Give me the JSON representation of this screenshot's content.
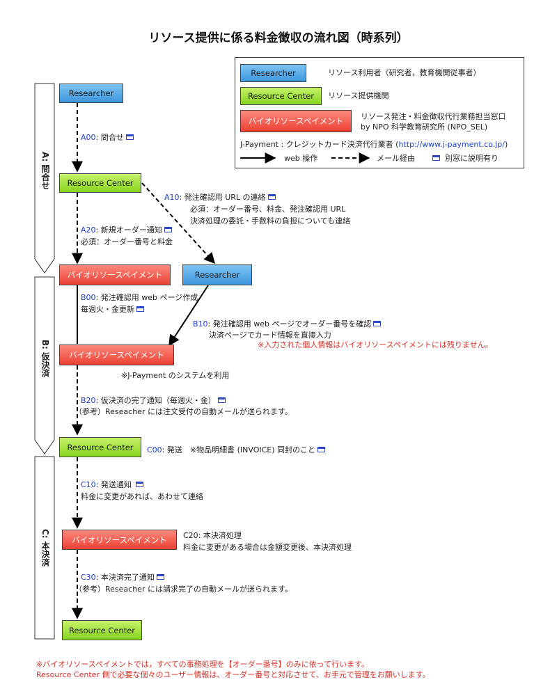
{
  "title": "リソース提供に係る料金徴収の流れ図（時系列）",
  "legend": {
    "researcher_box": "Researcher",
    "researcher_desc": "リソース利用者（研究者，教育機関従事者）",
    "rc_box": "Resource Center",
    "rc_desc": "リソース提供機関",
    "bp_box": "バイオリソースペイメント",
    "bp_desc_line1": "リソース発注・料金徴収代行業務担当窓口",
    "bp_desc_line2": "by NPO 科学教育研究所 (NPO_SEL)",
    "jpay_prefix": "J-Payment : クレジットカード決済代行業者 (",
    "jpay_url": "http://www.j-payment.co.jp/",
    "jpay_suffix": ")",
    "web_label": "web 操作",
    "mail_label": "メール経由",
    "separate_label": "別窓に説明有り"
  },
  "phases": {
    "a": "A: 問合せ",
    "b": "B: 仮決済",
    "c": "C: 本決済"
  },
  "nodes": {
    "n1": "Researcher",
    "n2": "Resource Center",
    "n3": "バイオリソースペイメント",
    "n4": "Researcher",
    "n5": "バイオリソースペイメント",
    "n6": "Resource Center",
    "n7": "バイオリソースペイメント",
    "n8": "Resource Center"
  },
  "steps": {
    "a00_code": "A00",
    "a00_text": ": 問合せ",
    "a10_code": "A10",
    "a10_text": ": 発注確認用 URL の連絡",
    "a10_line2": "必須：オーダー番号、料金、発注確認用 URL",
    "a10_line3": "決済処理の委託・手数料の負担についても連絡",
    "a20_code": "A20",
    "a20_text": ": 新規オーダー通知",
    "a20_line2": "必須：オーダー番号と料金",
    "b00_code": "B00",
    "b00_text": ": 発注確認用 web ページ作成",
    "b00_line2": "毎週火・金更新",
    "b10_code": "B10",
    "b10_text": ": 発注確認用 web ページでオーダー番号を確認",
    "b10_line2": "決済ページでカード情報を直接入力",
    "b10_note": "※入力された個人情報はバイオリソースペイメントには残りません。",
    "jpay_note": "※J-Payment のシステムを利用",
    "b20_code": "B20",
    "b20_text": ": 仮決済の完了通知（毎週火・金）",
    "b20_line2": "（参考）Reseacher には注文受付の自動メールが送られます。",
    "c00_code": "C00",
    "c00_text": ": 発送　※物品明細書 (INVOICE) 同封のこと",
    "c10_code": "C10",
    "c10_text": ": 発送通知",
    "c10_line2": "料金に変更があれば、あわせて連絡",
    "c20_code": "C20",
    "c20_text": ": 本決済処理",
    "c20_line2": "料金に変更がある場合は金額変更後、本決済処理",
    "c30_code": "C30",
    "c30_text": ": 本決済完了通知",
    "c30_line2": "（参考）Reseacher には請求完了の自動メールが送られます。"
  },
  "footer": {
    "line1": "※バイオリソースペイメントでは，すべての事務処理を【オーダー番号】のみに依って行います。",
    "line2": "Resource Center 側で必要な個々のユーザー情報は、オーダー番号と対応させて、お手元で管理をお願いします。"
  },
  "colors": {
    "researcher": "#4aa3e6",
    "resource_center": "#9ee03a",
    "payment": "#f05a4a",
    "code_link": "#1b3fcf",
    "note_red": "#d9322a"
  }
}
